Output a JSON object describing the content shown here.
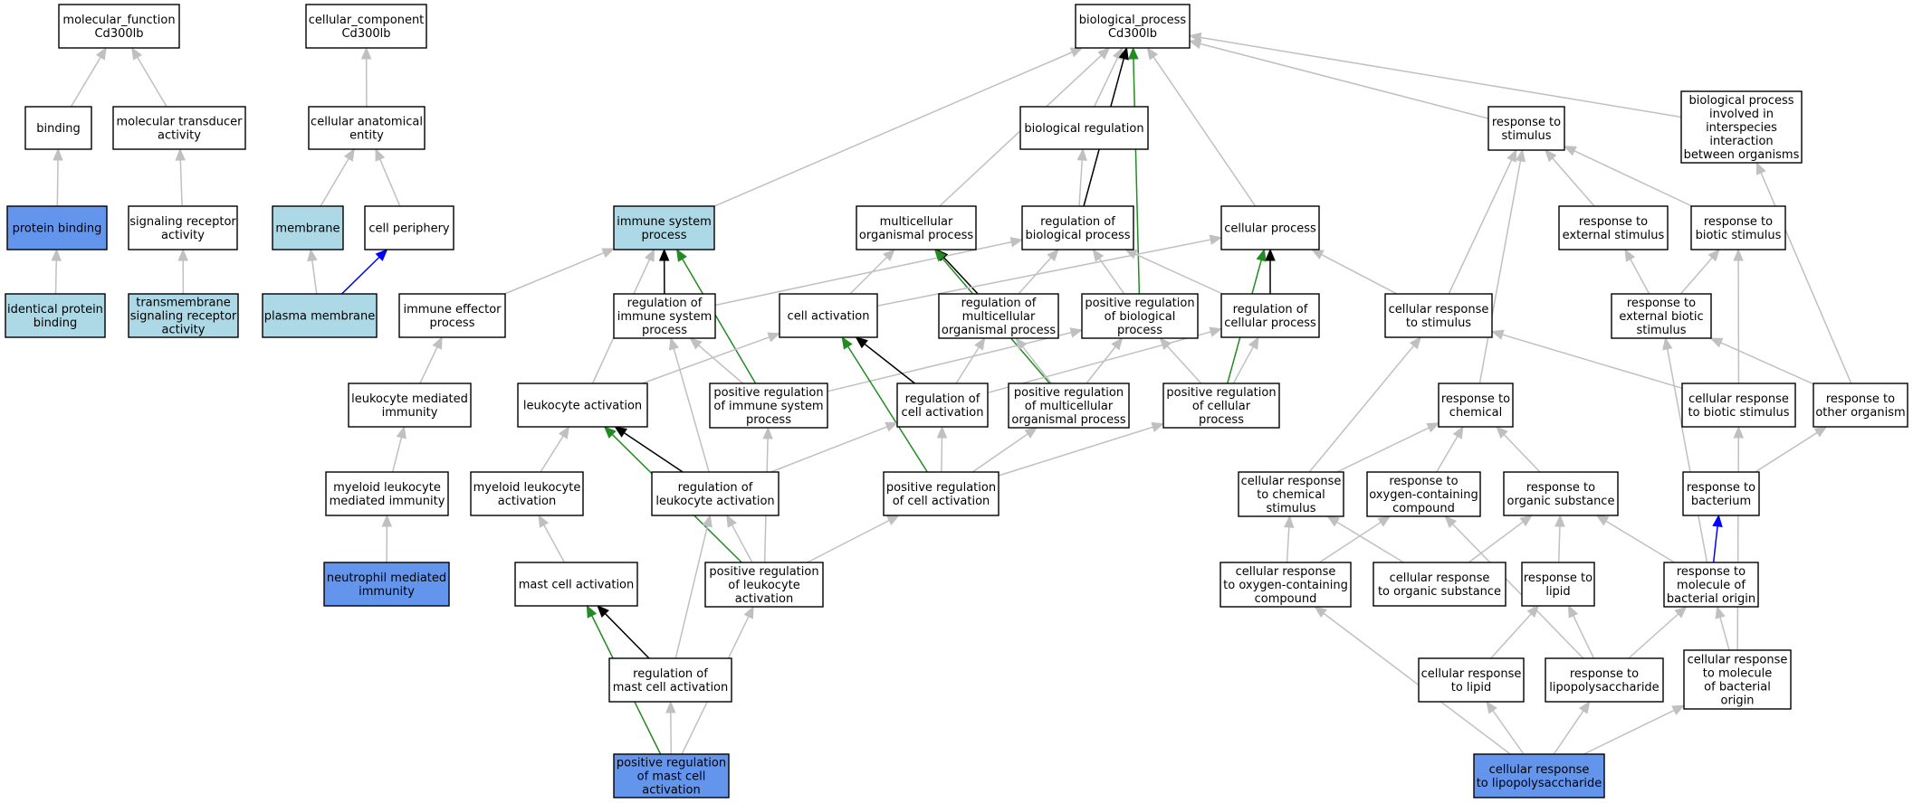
{
  "colors": {
    "default_fill": "#ffffff",
    "highlight_fill": "#6495ed",
    "secondary_fill": "#add8e6",
    "is_a_edge": "#c0c0c0",
    "part_of_edge": "#000000",
    "positively_regulates_edge": "#228b22",
    "has_part_edge": "#0000ff"
  },
  "nodes": {
    "mf_root": {
      "lines": [
        "molecular_function",
        "Cd300lb"
      ],
      "style": "default"
    },
    "cc_root": {
      "lines": [
        "cellular_component",
        "Cd300lb"
      ],
      "style": "default"
    },
    "bp_root": {
      "lines": [
        "biological_process",
        "Cd300lb"
      ],
      "style": "default"
    },
    "binding": {
      "lines": [
        "binding"
      ],
      "style": "default"
    },
    "mol_transducer": {
      "lines": [
        "molecular transducer",
        "activity"
      ],
      "style": "default"
    },
    "cell_anat": {
      "lines": [
        "cellular anatomical",
        "entity"
      ],
      "style": "default"
    },
    "bio_reg": {
      "lines": [
        "biological regulation"
      ],
      "style": "default"
    },
    "resp_stim": {
      "lines": [
        "response to",
        "stimulus"
      ],
      "style": "default"
    },
    "interspecies": {
      "lines": [
        "biological process",
        "involved in",
        "interspecies",
        "interaction",
        "between organisms"
      ],
      "style": "default"
    },
    "protein_binding": {
      "lines": [
        "protein binding"
      ],
      "style": "highlight"
    },
    "sig_receptor": {
      "lines": [
        "signaling receptor",
        "activity"
      ],
      "style": "default"
    },
    "membrane": {
      "lines": [
        "membrane"
      ],
      "style": "secondary"
    },
    "cell_periphery": {
      "lines": [
        "cell periphery"
      ],
      "style": "default"
    },
    "immune_sys": {
      "lines": [
        "immune system",
        "process"
      ],
      "style": "secondary"
    },
    "multicell": {
      "lines": [
        "multicellular",
        "organismal process"
      ],
      "style": "default"
    },
    "reg_bio": {
      "lines": [
        "regulation of",
        "biological process"
      ],
      "style": "default"
    },
    "cell_proc": {
      "lines": [
        "cellular process"
      ],
      "style": "default"
    },
    "resp_ext": {
      "lines": [
        "response to",
        "external stimulus"
      ],
      "style": "default"
    },
    "resp_biotic": {
      "lines": [
        "response to",
        "biotic stimulus"
      ],
      "style": "default"
    },
    "ident_protein": {
      "lines": [
        "identical protein",
        "binding"
      ],
      "style": "secondary"
    },
    "tm_sig": {
      "lines": [
        "transmembrane",
        "signaling receptor",
        "activity"
      ],
      "style": "secondary"
    },
    "plasma_mem": {
      "lines": [
        "plasma membrane"
      ],
      "style": "secondary"
    },
    "immune_eff": {
      "lines": [
        "immune effector",
        "process"
      ],
      "style": "default"
    },
    "reg_immune": {
      "lines": [
        "regulation of",
        "immune system",
        "process"
      ],
      "style": "default"
    },
    "cell_act": {
      "lines": [
        "cell activation"
      ],
      "style": "default"
    },
    "reg_multicell": {
      "lines": [
        "regulation of",
        "multicellular",
        "organismal process"
      ],
      "style": "default"
    },
    "pos_reg_bio": {
      "lines": [
        "positive regulation",
        "of biological",
        "process"
      ],
      "style": "default"
    },
    "reg_cell_proc": {
      "lines": [
        "regulation of",
        "cellular process"
      ],
      "style": "default"
    },
    "cell_resp_stim": {
      "lines": [
        "cellular response",
        "to stimulus"
      ],
      "style": "default"
    },
    "resp_ext_biotic": {
      "lines": [
        "response to",
        "external biotic",
        "stimulus"
      ],
      "style": "default"
    },
    "leuk_med_imm": {
      "lines": [
        "leukocyte mediated",
        "immunity"
      ],
      "style": "default"
    },
    "leuk_act": {
      "lines": [
        "leukocyte activation"
      ],
      "style": "default"
    },
    "pos_reg_immune": {
      "lines": [
        "positive regulation",
        "of immune system",
        "process"
      ],
      "style": "default"
    },
    "reg_cell_act": {
      "lines": [
        "regulation of",
        "cell activation"
      ],
      "style": "default"
    },
    "pos_reg_multicell": {
      "lines": [
        "positive regulation",
        "of multicellular",
        "organismal process"
      ],
      "style": "default"
    },
    "pos_reg_cell_proc": {
      "lines": [
        "positive regulation",
        "of cellular",
        "process"
      ],
      "style": "default"
    },
    "resp_chem": {
      "lines": [
        "response to",
        "chemical"
      ],
      "style": "default"
    },
    "cell_resp_biotic": {
      "lines": [
        "cellular response",
        "to biotic stimulus"
      ],
      "style": "default"
    },
    "resp_other_org": {
      "lines": [
        "response to",
        "other organism"
      ],
      "style": "default"
    },
    "myeloid_med_imm": {
      "lines": [
        "myeloid leukocyte",
        "mediated immunity"
      ],
      "style": "default"
    },
    "myeloid_act": {
      "lines": [
        "myeloid leukocyte",
        "activation"
      ],
      "style": "default"
    },
    "reg_leuk_act": {
      "lines": [
        "regulation of",
        "leukocyte activation"
      ],
      "style": "default"
    },
    "pos_reg_cell_act": {
      "lines": [
        "positive regulation",
        "of cell activation"
      ],
      "style": "default"
    },
    "cell_resp_chem": {
      "lines": [
        "cellular response",
        "to chemical",
        "stimulus"
      ],
      "style": "default"
    },
    "resp_oxy": {
      "lines": [
        "response to",
        "oxygen-containing",
        "compound"
      ],
      "style": "default"
    },
    "resp_org_sub": {
      "lines": [
        "response to",
        "organic substance"
      ],
      "style": "default"
    },
    "resp_bacterium": {
      "lines": [
        "response to",
        "bacterium"
      ],
      "style": "default"
    },
    "neutrophil": {
      "lines": [
        "neutrophil mediated",
        "immunity"
      ],
      "style": "highlight"
    },
    "mast_act": {
      "lines": [
        "mast cell activation"
      ],
      "style": "default"
    },
    "pos_reg_leuk_act": {
      "lines": [
        "positive regulation",
        "of leukocyte",
        "activation"
      ],
      "style": "default"
    },
    "cell_resp_oxy": {
      "lines": [
        "cellular response",
        "to oxygen-containing",
        "compound"
      ],
      "style": "default"
    },
    "cell_resp_org_sub": {
      "lines": [
        "cellular response",
        "to organic substance"
      ],
      "style": "default"
    },
    "resp_lipid": {
      "lines": [
        "response to",
        "lipid"
      ],
      "style": "default"
    },
    "resp_mol_bact": {
      "lines": [
        "response to",
        "molecule of",
        "bacterial origin"
      ],
      "style": "default"
    },
    "reg_mast_act": {
      "lines": [
        "regulation of",
        "mast cell activation"
      ],
      "style": "default"
    },
    "cell_resp_lipid": {
      "lines": [
        "cellular response",
        "to lipid"
      ],
      "style": "default"
    },
    "resp_lps": {
      "lines": [
        "response to",
        "lipopolysaccharide"
      ],
      "style": "default"
    },
    "cell_resp_mol_bact": {
      "lines": [
        "cellular response",
        "to molecule",
        "of bacterial",
        "origin"
      ],
      "style": "default"
    },
    "pos_reg_mast_act": {
      "lines": [
        "positive regulation",
        "of mast cell",
        "activation"
      ],
      "style": "highlight"
    },
    "cell_resp_lps": {
      "lines": [
        "cellular response",
        "to lipopolysaccharide"
      ],
      "style": "highlight"
    }
  },
  "edges": [
    {
      "from": "binding",
      "to": "mf_root",
      "type": "is_a"
    },
    {
      "from": "mol_transducer",
      "to": "mf_root",
      "type": "is_a"
    },
    {
      "from": "protein_binding",
      "to": "binding",
      "type": "is_a"
    },
    {
      "from": "ident_protein",
      "to": "protein_binding",
      "type": "is_a"
    },
    {
      "from": "sig_receptor",
      "to": "mol_transducer",
      "type": "is_a"
    },
    {
      "from": "tm_sig",
      "to": "sig_receptor",
      "type": "is_a"
    },
    {
      "from": "cell_anat",
      "to": "cc_root",
      "type": "is_a"
    },
    {
      "from": "membrane",
      "to": "cell_anat",
      "type": "is_a"
    },
    {
      "from": "cell_periphery",
      "to": "cell_anat",
      "type": "is_a"
    },
    {
      "from": "plasma_mem",
      "to": "membrane",
      "type": "is_a"
    },
    {
      "from": "plasma_mem",
      "to": "cell_periphery",
      "type": "has_part"
    },
    {
      "from": "immune_sys",
      "to": "bp_root",
      "type": "is_a"
    },
    {
      "from": "multicell",
      "to": "bp_root",
      "type": "is_a"
    },
    {
      "from": "bio_reg",
      "to": "bp_root",
      "type": "is_a"
    },
    {
      "from": "reg_bio",
      "to": "bp_root",
      "type": "part_of"
    },
    {
      "from": "pos_reg_bio",
      "to": "bp_root",
      "type": "positively_regulates"
    },
    {
      "from": "cell_proc",
      "to": "bp_root",
      "type": "is_a"
    },
    {
      "from": "resp_stim",
      "to": "bp_root",
      "type": "is_a"
    },
    {
      "from": "interspecies",
      "to": "bp_root",
      "type": "is_a"
    },
    {
      "from": "reg_bio",
      "to": "bio_reg",
      "type": "is_a"
    },
    {
      "from": "resp_ext",
      "to": "resp_stim",
      "type": "is_a"
    },
    {
      "from": "resp_biotic",
      "to": "resp_stim",
      "type": "is_a"
    },
    {
      "from": "cell_resp_stim",
      "to": "resp_stim",
      "type": "is_a"
    },
    {
      "from": "resp_chem",
      "to": "resp_stim",
      "type": "is_a"
    },
    {
      "from": "immune_eff",
      "to": "immune_sys",
      "type": "is_a"
    },
    {
      "from": "reg_immune",
      "to": "immune_sys",
      "type": "part_of"
    },
    {
      "from": "pos_reg_immune",
      "to": "immune_sys",
      "type": "positively_regulates"
    },
    {
      "from": "leuk_act",
      "to": "immune_sys",
      "type": "is_a"
    },
    {
      "from": "reg_immune",
      "to": "reg_bio",
      "type": "is_a"
    },
    {
      "from": "cell_act",
      "to": "multicell",
      "type": "is_a"
    },
    {
      "from": "reg_multicell",
      "to": "multicell",
      "type": "part_of"
    },
    {
      "from": "pos_reg_multicell",
      "to": "multicell",
      "type": "positively_regulates"
    },
    {
      "from": "reg_multicell",
      "to": "reg_bio",
      "type": "is_a"
    },
    {
      "from": "pos_reg_bio",
      "to": "reg_bio",
      "type": "is_a"
    },
    {
      "from": "reg_cell_proc",
      "to": "reg_bio",
      "type": "is_a"
    },
    {
      "from": "cell_act",
      "to": "cell_proc",
      "type": "is_a"
    },
    {
      "from": "reg_cell_proc",
      "to": "cell_proc",
      "type": "part_of"
    },
    {
      "from": "pos_reg_cell_proc",
      "to": "cell_proc",
      "type": "positively_regulates"
    },
    {
      "from": "cell_resp_stim",
      "to": "cell_proc",
      "type": "is_a"
    },
    {
      "from": "resp_ext_biotic",
      "to": "resp_ext",
      "type": "is_a"
    },
    {
      "from": "resp_ext_biotic",
      "to": "resp_biotic",
      "type": "is_a"
    },
    {
      "from": "cell_resp_biotic",
      "to": "resp_biotic",
      "type": "is_a"
    },
    {
      "from": "resp_mol_bact",
      "to": "resp_ext_biotic",
      "type": "is_a"
    },
    {
      "from": "resp_other_org",
      "to": "resp_ext_biotic",
      "type": "is_a"
    },
    {
      "from": "resp_other_org",
      "to": "interspecies",
      "type": "is_a"
    },
    {
      "from": "cell_resp_biotic",
      "to": "cell_resp_stim",
      "type": "is_a"
    },
    {
      "from": "cell_resp_chem",
      "to": "cell_resp_stim",
      "type": "is_a"
    },
    {
      "from": "leuk_med_imm",
      "to": "immune_eff",
      "type": "is_a"
    },
    {
      "from": "myeloid_med_imm",
      "to": "leuk_med_imm",
      "type": "is_a"
    },
    {
      "from": "neutrophil",
      "to": "myeloid_med_imm",
      "type": "is_a"
    },
    {
      "from": "leuk_act",
      "to": "cell_act",
      "type": "is_a"
    },
    {
      "from": "myeloid_act",
      "to": "leuk_act",
      "type": "is_a"
    },
    {
      "from": "mast_act",
      "to": "myeloid_act",
      "type": "is_a"
    },
    {
      "from": "reg_leuk_act",
      "to": "leuk_act",
      "type": "part_of"
    },
    {
      "from": "pos_reg_leuk_act",
      "to": "leuk_act",
      "type": "positively_regulates"
    },
    {
      "from": "reg_leuk_act",
      "to": "reg_immune",
      "type": "is_a"
    },
    {
      "from": "pos_reg_immune",
      "to": "reg_immune",
      "type": "is_a"
    },
    {
      "from": "pos_reg_immune",
      "to": "pos_reg_bio",
      "type": "is_a"
    },
    {
      "from": "reg_cell_act",
      "to": "cell_act",
      "type": "part_of"
    },
    {
      "from": "pos_reg_cell_act",
      "to": "cell_act",
      "type": "positively_regulates"
    },
    {
      "from": "reg_cell_act",
      "to": "reg_multicell",
      "type": "is_a"
    },
    {
      "from": "pos_reg_multicell",
      "to": "reg_multicell",
      "type": "is_a"
    },
    {
      "from": "pos_reg_multicell",
      "to": "pos_reg_bio",
      "type": "is_a"
    },
    {
      "from": "reg_cell_act",
      "to": "reg_cell_proc",
      "type": "is_a"
    },
    {
      "from": "pos_reg_cell_proc",
      "to": "reg_cell_proc",
      "type": "is_a"
    },
    {
      "from": "pos_reg_cell_proc",
      "to": "pos_reg_bio",
      "type": "is_a"
    },
    {
      "from": "reg_leuk_act",
      "to": "reg_cell_act",
      "type": "is_a"
    },
    {
      "from": "pos_reg_cell_act",
      "to": "reg_cell_act",
      "type": "is_a"
    },
    {
      "from": "pos_reg_cell_act",
      "to": "pos_reg_multicell",
      "type": "is_a"
    },
    {
      "from": "pos_reg_cell_act",
      "to": "pos_reg_cell_proc",
      "type": "is_a"
    },
    {
      "from": "pos_reg_leuk_act",
      "to": "reg_leuk_act",
      "type": "is_a"
    },
    {
      "from": "pos_reg_leuk_act",
      "to": "pos_reg_immune",
      "type": "is_a"
    },
    {
      "from": "pos_reg_leuk_act",
      "to": "pos_reg_cell_act",
      "type": "is_a"
    },
    {
      "from": "reg_mast_act",
      "to": "mast_act",
      "type": "part_of"
    },
    {
      "from": "reg_mast_act",
      "to": "reg_leuk_act",
      "type": "is_a"
    },
    {
      "from": "pos_reg_mast_act",
      "to": "mast_act",
      "type": "positively_regulates"
    },
    {
      "from": "pos_reg_mast_act",
      "to": "reg_mast_act",
      "type": "is_a"
    },
    {
      "from": "pos_reg_mast_act",
      "to": "pos_reg_leuk_act",
      "type": "is_a"
    },
    {
      "from": "cell_resp_chem",
      "to": "resp_chem",
      "type": "is_a"
    },
    {
      "from": "resp_oxy",
      "to": "resp_chem",
      "type": "is_a"
    },
    {
      "from": "resp_org_sub",
      "to": "resp_chem",
      "type": "is_a"
    },
    {
      "from": "cell_resp_oxy",
      "to": "cell_resp_chem",
      "type": "is_a"
    },
    {
      "from": "cell_resp_oxy",
      "to": "resp_oxy",
      "type": "is_a"
    },
    {
      "from": "cell_resp_org_sub",
      "to": "cell_resp_chem",
      "type": "is_a"
    },
    {
      "from": "cell_resp_org_sub",
      "to": "resp_org_sub",
      "type": "is_a"
    },
    {
      "from": "resp_lipid",
      "to": "resp_org_sub",
      "type": "is_a"
    },
    {
      "from": "resp_mol_bact",
      "to": "resp_org_sub",
      "type": "is_a"
    },
    {
      "from": "resp_mol_bact",
      "to": "resp_bacterium",
      "type": "has_part"
    },
    {
      "from": "resp_bacterium",
      "to": "resp_other_org",
      "type": "is_a"
    },
    {
      "from": "cell_resp_lipid",
      "to": "resp_lipid",
      "type": "is_a"
    },
    {
      "from": "resp_lps",
      "to": "resp_lipid",
      "type": "is_a"
    },
    {
      "from": "resp_lps",
      "to": "resp_mol_bact",
      "type": "is_a"
    },
    {
      "from": "resp_lps",
      "to": "resp_oxy",
      "type": "is_a"
    },
    {
      "from": "cell_resp_mol_bact",
      "to": "resp_mol_bact",
      "type": "is_a"
    },
    {
      "from": "cell_resp_mol_bact",
      "to": "cell_resp_biotic",
      "type": "is_a"
    },
    {
      "from": "cell_resp_lps",
      "to": "cell_resp_oxy",
      "type": "is_a"
    },
    {
      "from": "cell_resp_lps",
      "to": "cell_resp_lipid",
      "type": "is_a"
    },
    {
      "from": "cell_resp_lps",
      "to": "resp_lps",
      "type": "is_a"
    },
    {
      "from": "cell_resp_lps",
      "to": "cell_resp_mol_bact",
      "type": "is_a"
    }
  ]
}
